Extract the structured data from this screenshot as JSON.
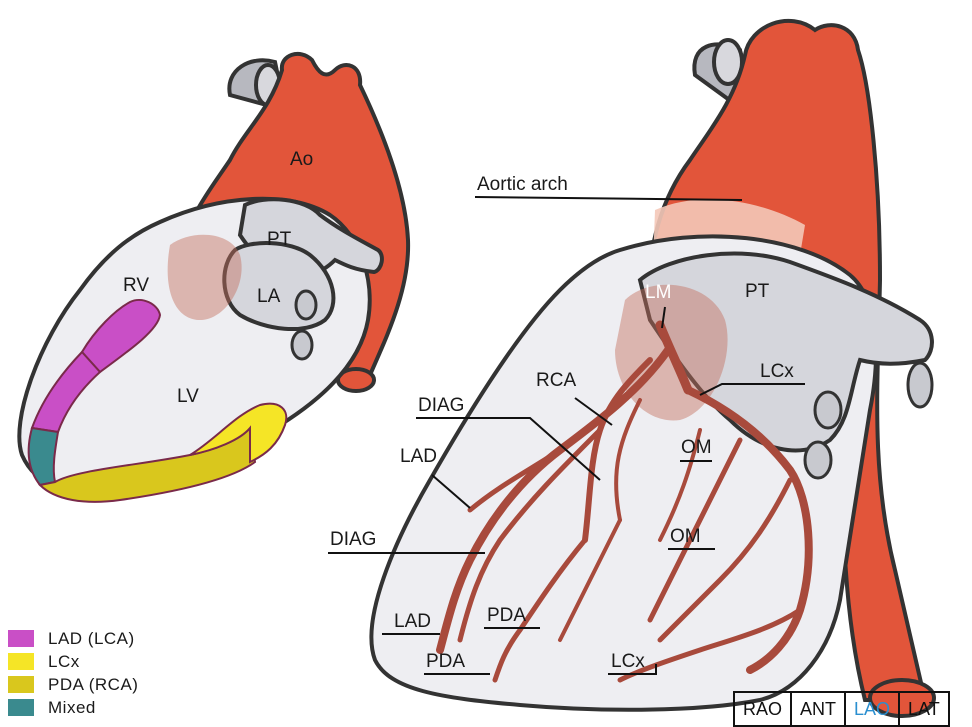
{
  "left_heart": {
    "labels": {
      "ao": "Ao",
      "pt": "PT",
      "rv": "RV",
      "la": "LA",
      "lv": "LV"
    }
  },
  "right_heart": {
    "labels": {
      "aortic_arch": "Aortic arch",
      "lm": "LM",
      "pt": "PT",
      "rca": "RCA",
      "lcx_top": "LCx",
      "diag_top": "DIAG",
      "om_top": "OM",
      "lad_top": "LAD",
      "om_mid": "OM",
      "diag_mid": "DIAG",
      "pda_mid": "PDA",
      "lad_bottom": "LAD",
      "pda_bottom": "PDA",
      "lcx_bottom": "LCx"
    }
  },
  "legend": [
    {
      "label": "LAD (LCA)",
      "color": "#c94fc6"
    },
    {
      "label": "LCx",
      "color": "#f5e526"
    },
    {
      "label": "PDA (RCA)",
      "color": "#d9c71d"
    },
    {
      "label": "Mixed",
      "color": "#3a8a8e"
    }
  ],
  "views": [
    {
      "label": "RAO",
      "active": false
    },
    {
      "label": "ANT",
      "active": false
    },
    {
      "label": "LAO",
      "active": true
    },
    {
      "label": "LAT",
      "active": false
    }
  ],
  "colors": {
    "aorta": "#e2553a",
    "heart_fill": "#eeeef2",
    "vessel": "#a84a3c",
    "outline": "#333333",
    "accent_view": "#2a8fd0"
  }
}
